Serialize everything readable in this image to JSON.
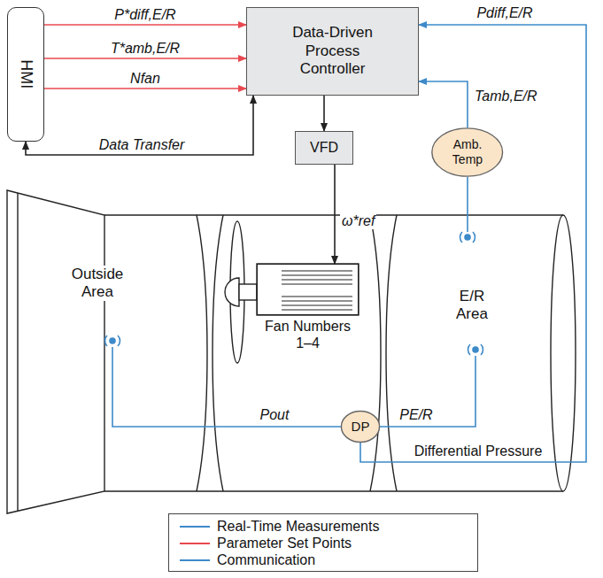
{
  "diagram": {
    "nodes": [
      {
        "text": [
          "HMI"
        ]
      },
      {
        "text": [
          "Data-Driven Process Controller"
        ]
      },
      {
        "text": [
          "VFD"
        ]
      },
      {
        "text": [
          "Amb. Temp"
        ]
      },
      {
        "text": [
          "Fan Numbers 1–4"
        ]
      },
      {
        "text": [
          "DP"
        ]
      }
    ],
    "edges": [
      {
        "from": 0,
        "to": 1,
        "label": "P*diff,E/R",
        "arrow": "to"
      },
      {
        "from": 0,
        "to": 1,
        "label": "T*amb,E/R",
        "arrow": "to"
      },
      {
        "from": 0,
        "to": 1,
        "label": "Nfan",
        "arrow": "to"
      },
      {
        "from": 0,
        "to": 1,
        "label": "Data Transfer",
        "arrow": "both"
      },
      {
        "from": 1,
        "to": 2,
        "arrow": "to"
      },
      {
        "from": 2,
        "to": 4,
        "label": "ω*ref",
        "arrow": "to"
      },
      {
        "from": 3,
        "to": 1,
        "label": "Tamb,E/R",
        "arrow": "to"
      },
      {
        "from": 5,
        "to": 1,
        "label": "Pdiff,E/R",
        "arrow": "to"
      }
    ],
    "labels": [
      "Outside Area",
      "E/R Area",
      "Pout",
      "PE/R",
      "Differential Pressure"
    ],
    "legend": [
      {
        "text": "Real-Time Measurements"
      },
      {
        "text": "Parameter Set Points"
      },
      {
        "text": "Communication"
      }
    ]
  }
}
